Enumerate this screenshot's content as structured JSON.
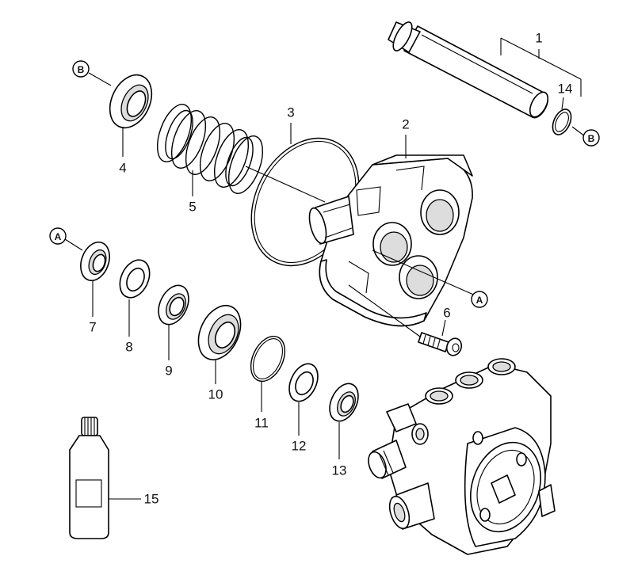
{
  "parts": [
    {
      "id": "part-1",
      "number": "1"
    },
    {
      "id": "part-2",
      "number": "2"
    },
    {
      "id": "part-3",
      "number": "3"
    },
    {
      "id": "part-4",
      "number": "4"
    },
    {
      "id": "part-5",
      "number": "5"
    },
    {
      "id": "part-6",
      "number": "6"
    },
    {
      "id": "part-7",
      "number": "7"
    },
    {
      "id": "part-8",
      "number": "8"
    },
    {
      "id": "part-9",
      "number": "9"
    },
    {
      "id": "part-10",
      "number": "10"
    },
    {
      "id": "part-11",
      "number": "11"
    },
    {
      "id": "part-12",
      "number": "12"
    },
    {
      "id": "part-13",
      "number": "13"
    },
    {
      "id": "part-14",
      "number": "14"
    },
    {
      "id": "part-15",
      "number": "15"
    }
  ],
  "references": {
    "a": "A",
    "b": "B"
  },
  "colors": {
    "line": "#000000",
    "background": "#ffffff"
  }
}
